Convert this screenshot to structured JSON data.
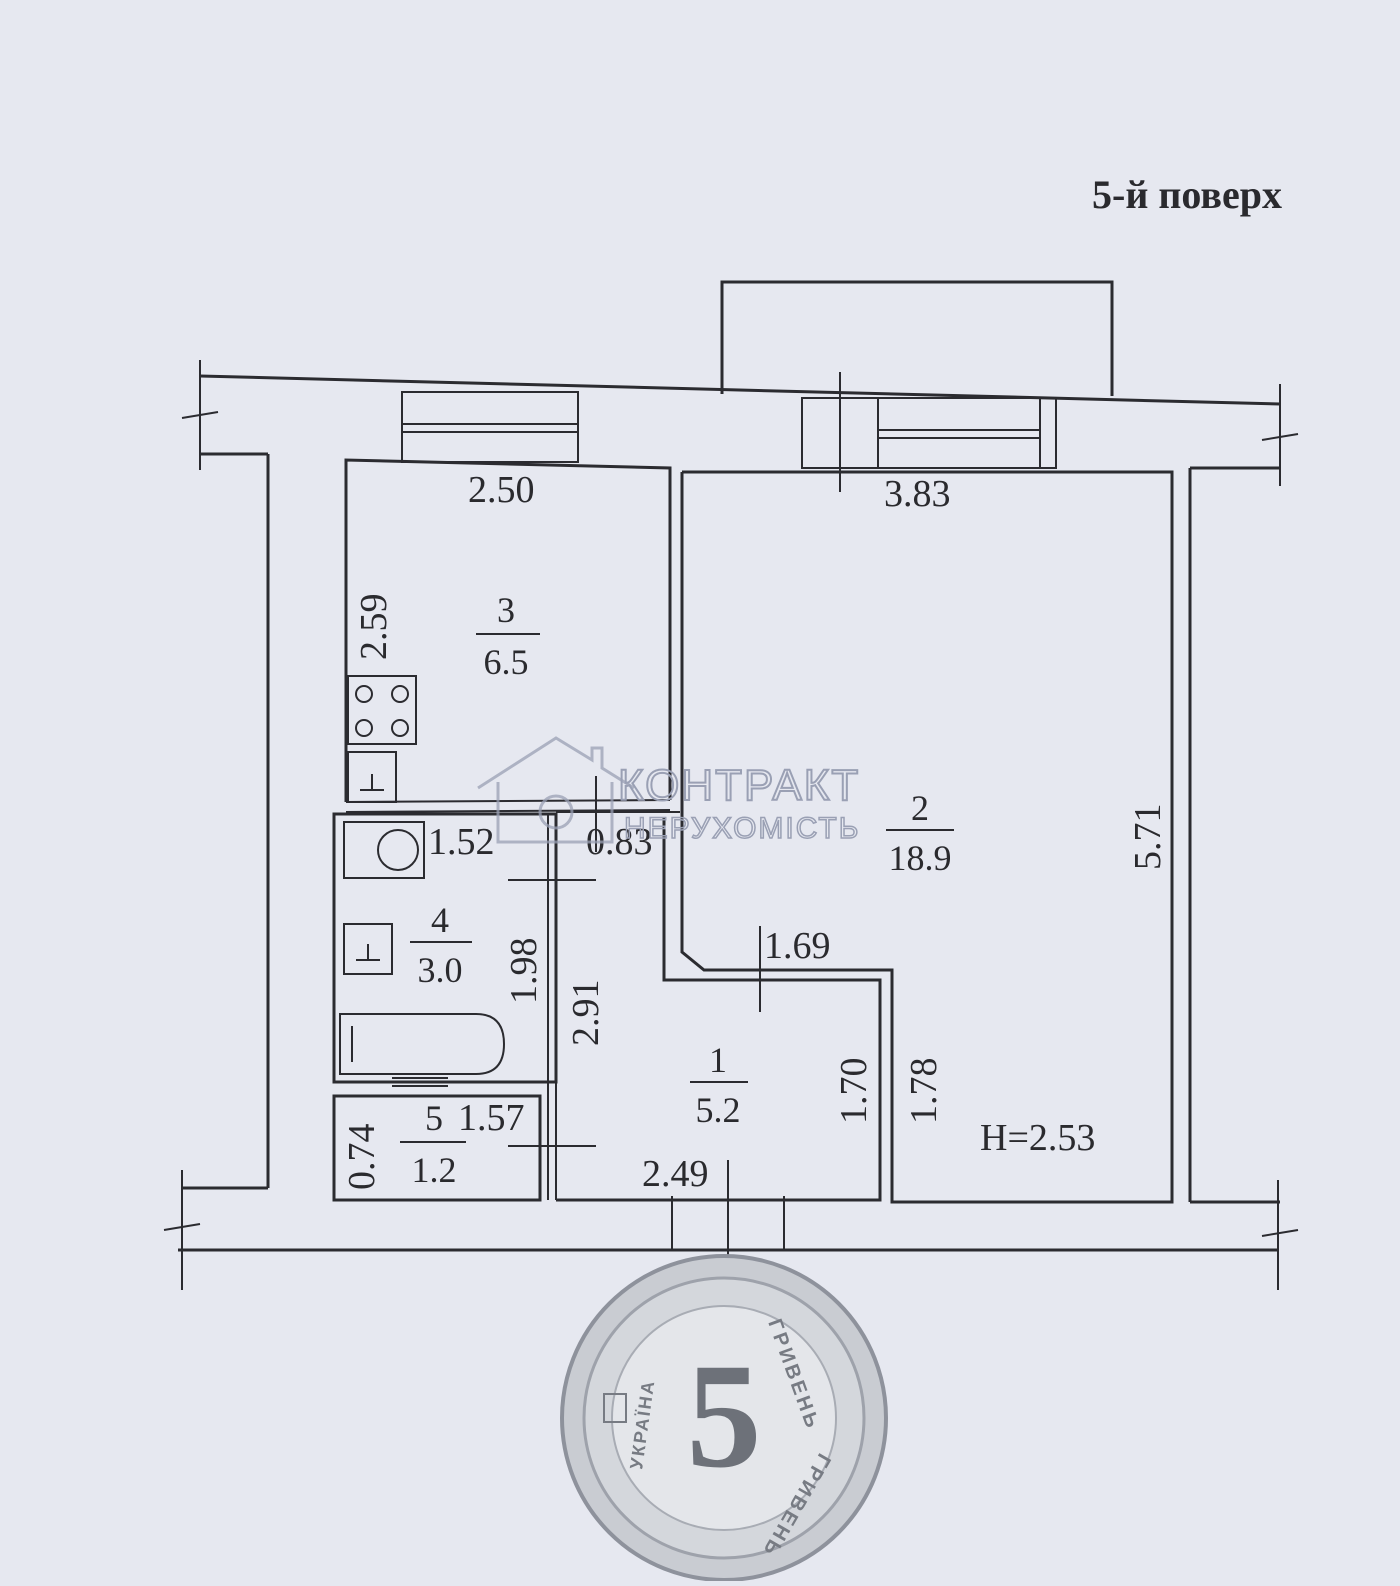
{
  "header": {
    "floor_label": "5-й поверх"
  },
  "rooms": [
    {
      "id": "1",
      "area": "5.2"
    },
    {
      "id": "2",
      "area": "18.9"
    },
    {
      "id": "3",
      "area": "6.5"
    },
    {
      "id": "4",
      "area": "3.0"
    },
    {
      "id": "5",
      "area": "1.2"
    }
  ],
  "dimensions": {
    "kitchen_width": "2.50",
    "kitchen_length": "2.59",
    "room_width": "3.83",
    "room_length": "5.71",
    "bath_width": "1.52",
    "bath_length": "1.98",
    "door_gap": "0.83",
    "hall_length": "2.91",
    "hall_width": "2.49",
    "hall_notch_width": "1.69",
    "hall_notch_height": "1.70",
    "room_lower_height": "1.78",
    "storage_width": "1.57",
    "storage_length": "0.74",
    "ceiling_height": "H=2.53"
  },
  "watermark": {
    "line1": "КОНТРАКТ",
    "line2": "НЕРУХОМІСТЬ"
  },
  "coin": {
    "denomination": "5",
    "text_top": "ГРИВЕНЬ",
    "text_bottom": "ГРИВЕНЬ",
    "country": "УКРАЇНА"
  },
  "colors": {
    "paper": "#e6e8f0",
    "ink": "#2b2b30",
    "watermark": "#9aa0b4",
    "coin": "#c9ccd2"
  }
}
